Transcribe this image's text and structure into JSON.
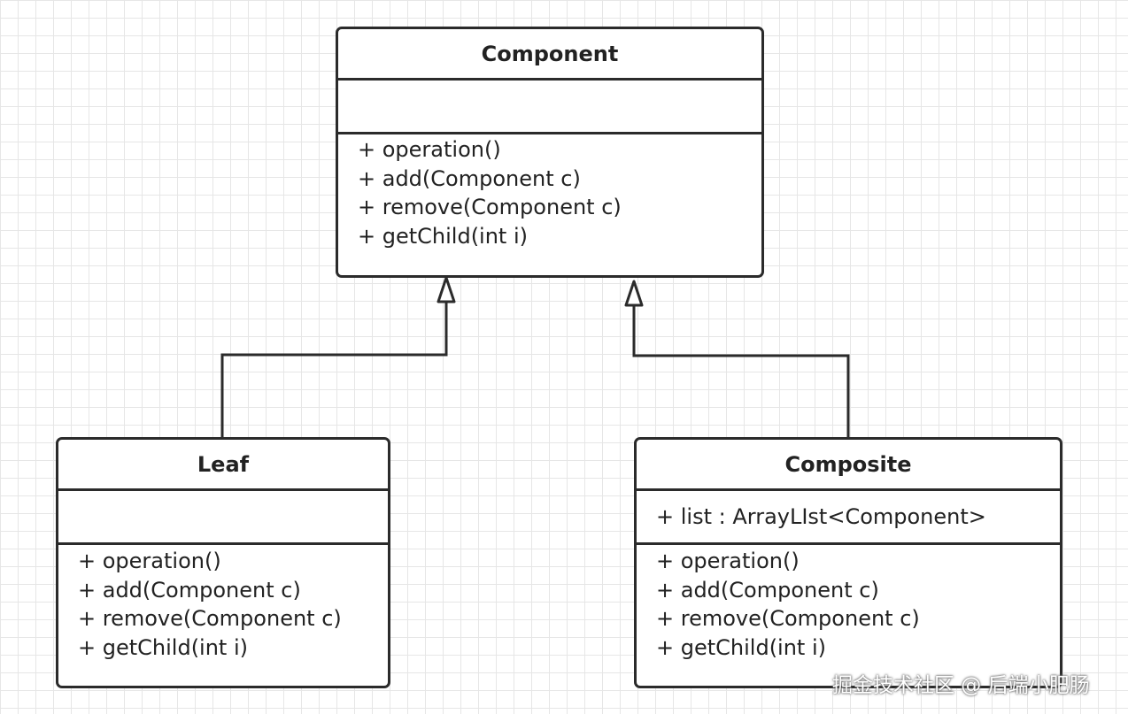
{
  "classes": {
    "component": {
      "name": "Component",
      "attributes": [],
      "operations": [
        "+ operation()",
        "+ add(Component c)",
        "+ remove(Component c)",
        "+ getChild(int i)"
      ]
    },
    "leaf": {
      "name": "Leaf",
      "attributes": [],
      "operations": [
        "+ operation()",
        "+ add(Component c)",
        "+ remove(Component c)",
        "+ getChild(int i)"
      ]
    },
    "composite": {
      "name": "Composite",
      "attributes": [
        "+ list : ArrayLIst<Component>"
      ],
      "operations": [
        "+ operation()",
        "+ add(Component c)",
        "+ remove(Component c)",
        "+ getChild(int i)"
      ]
    }
  },
  "relations": [
    {
      "from": "Leaf",
      "to": "Component",
      "type": "generalization"
    },
    {
      "from": "Composite",
      "to": "Component",
      "type": "generalization"
    }
  ],
  "watermark": "掘金技术社区 @ 后端小肥肠"
}
